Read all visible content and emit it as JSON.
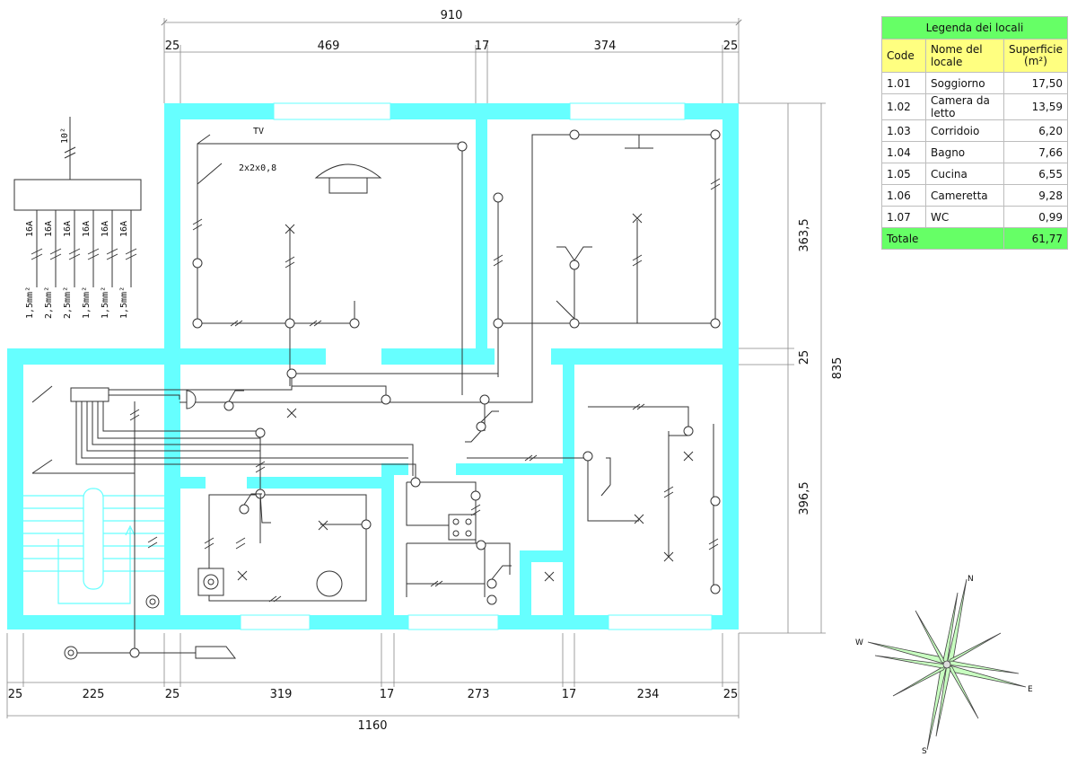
{
  "legend": {
    "title": "Legenda dei locali",
    "headers": {
      "code": "Code",
      "name": "Nome del locale",
      "area_line1": "Superficie",
      "area_line2": "(m²)"
    },
    "rooms": [
      {
        "code": "1.01",
        "name": "Soggiorno",
        "area": "17,50"
      },
      {
        "code": "1.02",
        "name": "Camera da letto",
        "area": "13,59"
      },
      {
        "code": "1.03",
        "name": "Corridoio",
        "area": "6,20"
      },
      {
        "code": "1.04",
        "name": "Bagno",
        "area": "7,66"
      },
      {
        "code": "1.05",
        "name": "Cucina",
        "area": "6,55"
      },
      {
        "code": "1.06",
        "name": "Cameretta",
        "area": "9,28"
      },
      {
        "code": "1.07",
        "name": "WC",
        "area": "0,99"
      }
    ],
    "total_label": "Totale",
    "total_area": "61,77"
  },
  "dimensions": {
    "top_total": "910",
    "top_segments": [
      "25",
      "469",
      "17",
      "374",
      "25"
    ],
    "right_segments": [
      "363,5",
      "25",
      "396,5"
    ],
    "right_total": "835",
    "bottom_segments": [
      "25",
      "225",
      "25",
      "319",
      "17",
      "273",
      "17",
      "234",
      "25"
    ],
    "bottom_total": "1160"
  },
  "panel": {
    "supply_label": "10²",
    "breakers": [
      "16A",
      "16A",
      "16A",
      "16A",
      "16A",
      "16A"
    ],
    "cables": [
      "1,5mm²",
      "2,5mm²",
      "2,5mm²",
      "1,5mm²",
      "1,5mm²",
      "1,5mm²"
    ]
  },
  "annotations": {
    "tv": "TV",
    "phone_cable": "2x2x0,8"
  },
  "compass": {
    "n": "N",
    "s": "S",
    "e": "E",
    "w": "W"
  },
  "colors": {
    "walls": "#66ffff",
    "wiring": "#333333",
    "legend_title": "#66ff66",
    "legend_header": "#ffff80"
  }
}
